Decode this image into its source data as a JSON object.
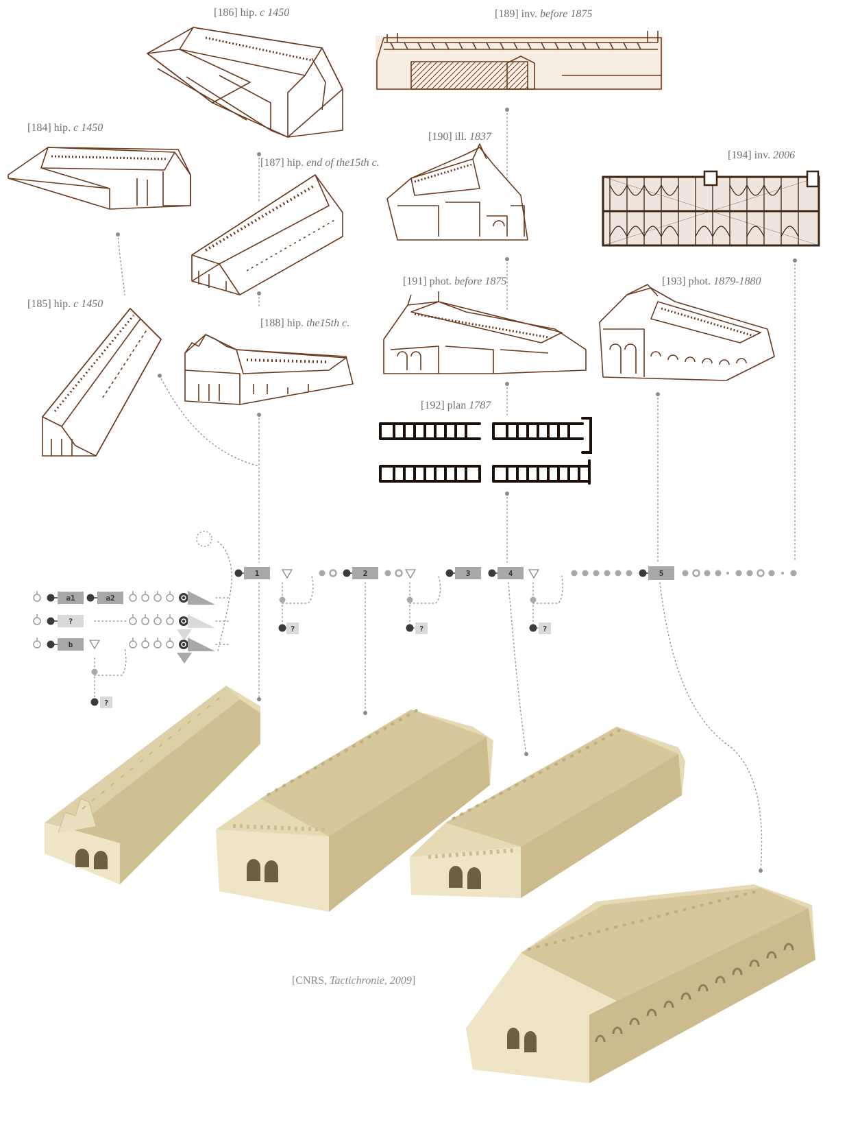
{
  "captions": [
    {
      "id": "186",
      "prefix": "[186] hip. ",
      "italic": "c 1450"
    },
    {
      "id": "189",
      "prefix": "[189] inv. ",
      "italic": "before 1875"
    },
    {
      "id": "184",
      "prefix": "[184] hip. ",
      "italic": "c 1450"
    },
    {
      "id": "187",
      "prefix": "[187] hip. ",
      "italic": "end of the15th c."
    },
    {
      "id": "190",
      "prefix": "[190] ill. ",
      "italic": "1837"
    },
    {
      "id": "194",
      "prefix": "[194] inv. ",
      "italic": "2006"
    },
    {
      "id": "191",
      "prefix": "[191] phot. ",
      "italic": "before 1875"
    },
    {
      "id": "193",
      "prefix": "[193] phot. ",
      "italic": "1879-1880"
    },
    {
      "id": "185",
      "prefix": "[185] hip. ",
      "italic": "c 1450"
    },
    {
      "id": "188",
      "prefix": "[188] hip. ",
      "italic": "the15th c."
    },
    {
      "id": "192",
      "prefix": "[192] plan ",
      "italic": "1787"
    }
  ],
  "timeline": {
    "states": [
      "1",
      "2",
      "3",
      "4",
      "5"
    ],
    "unknown": "?"
  },
  "legend": {
    "row1": [
      "a1",
      "a2"
    ],
    "row2": [
      "?"
    ],
    "row3": [
      "b"
    ],
    "row3_unknown": "?"
  },
  "credit": {
    "prefix": "[CNRS, ",
    "italic": "Tactichronie, 2009",
    "suffix": "]"
  },
  "colors": {
    "sketch": "#6b3a1c",
    "paper": "#f3ead9",
    "model": "#e4d8b4",
    "model_shade": "#c9b98e",
    "node_dark": "#3a3a3a",
    "node_grey": "#a8a8a8",
    "node_light": "#d9d9d9",
    "line": "#9a9a9a"
  }
}
